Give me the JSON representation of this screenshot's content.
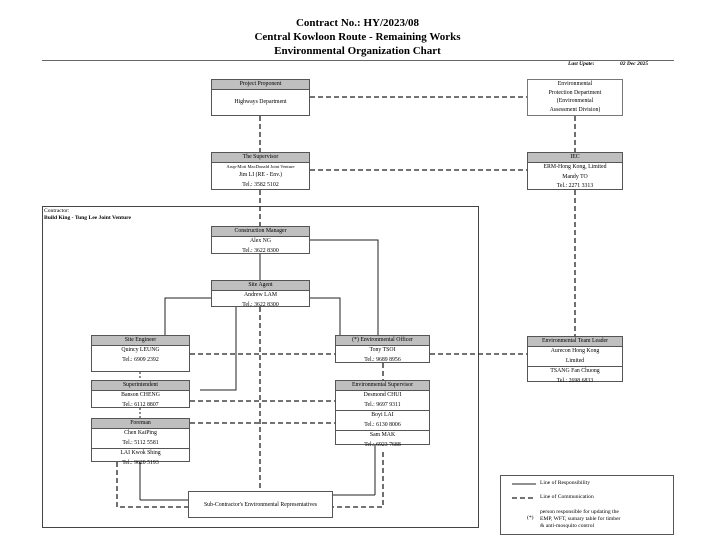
{
  "header": {
    "line1": "Contract No.: HY/2023/08",
    "line2": "Central Kowloon Route - Remaining Works",
    "line3": "Environmental Organization Chart",
    "update_label": "Last Upate:",
    "update_date": "02 Dec 2025"
  },
  "contractor": {
    "label": "Contractor:",
    "name": "Build King - Tung Lee Joint Venture"
  },
  "boxes": {
    "proponent": {
      "title": "Project Proponent",
      "line1": "Highways Department"
    },
    "epd": {
      "line1": "Environmental",
      "line2": "Protection Department",
      "line3": "(Environmental",
      "line4": "Assessment Division)"
    },
    "supervisor": {
      "title": "The Supervisor",
      "line1": "Arup-Mott MacDonald Joint Venture",
      "line2": "Jim LI (RE - Env.)",
      "line3": "Tel.: 3582 5102"
    },
    "iec": {
      "title": "IEC",
      "line1": "ERM-Hong Kong, Limited",
      "line2": "Mandy TO",
      "line3": "Tel.: 2271 3313"
    },
    "construction_manager": {
      "title": "Construction Manager",
      "line1": "Alex NG",
      "line2": "Tel.: 3622 8300"
    },
    "site_agent": {
      "title": "Site Agent",
      "line1": "Andrew LAM",
      "line2": "Tel.: 3622 8300"
    },
    "site_engineer": {
      "title": "Site Engineer",
      "line1": "Quincy LEUNG",
      "line2": "Tel.: 6909 2392"
    },
    "env_officer": {
      "title": "(*) Environmental Officer",
      "line1": "Tony TSOI",
      "line2": "Tel.: 9689 8956"
    },
    "env_team_leader": {
      "title": "Environmental Team Leader",
      "line1": "Aurecon Hong Kong",
      "line2": "Limited",
      "line3": "TSANG Fan Chuong",
      "line4": "Tel.: 2698 6833"
    },
    "superintendent": {
      "title": "Superintendent",
      "line1": "Banson CHENG",
      "line2": "Tel.: 6112 8807"
    },
    "env_supervisor": {
      "title": "Environmental Supervisor",
      "line1": "Desmond CHUI",
      "line2": "Tel.: 9697 9311",
      "line3": "Boyi LAI",
      "line4": "Tel.: 6130 8006",
      "line5": "Sam MAK",
      "line6": "Tel.: 6923 7688"
    },
    "foreman": {
      "title": "Foreman",
      "line1": "Chen KaiPing",
      "line2": "Tel.: 5112 5581",
      "line3": "LAI Kwok Shing",
      "line4": "Tel.: 9620 5193"
    },
    "subcontractor": {
      "line1": "Sub-Contractor's Environmental Representatives"
    }
  },
  "legend": {
    "responsibility": "Line of Responsibility",
    "communication": "Line of Communication",
    "star": "(*)",
    "note1": "person responsible for updating the",
    "note2": "EMP, WFT, sumary table for timber",
    "note3": "& anti-mosquito control"
  }
}
